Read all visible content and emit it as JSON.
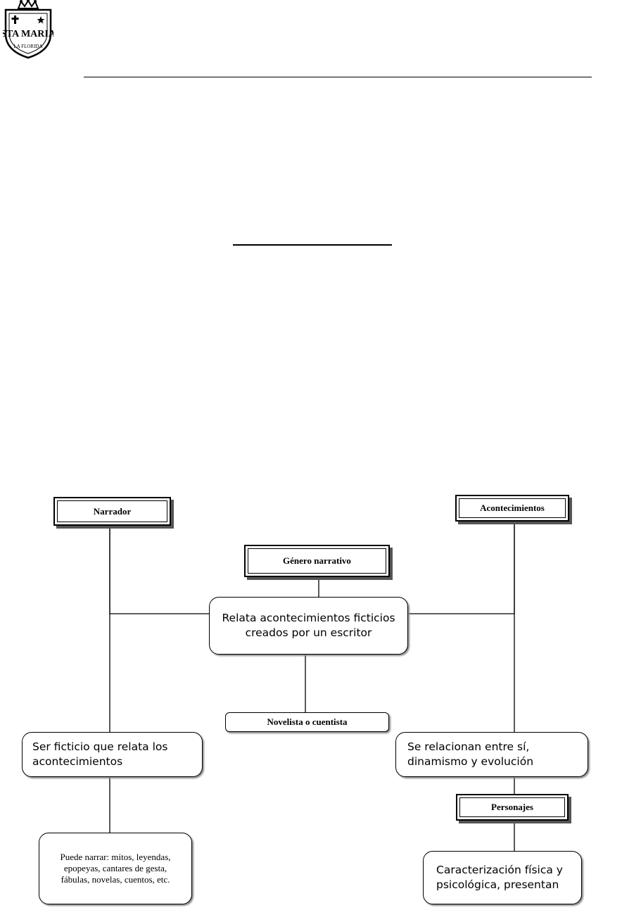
{
  "logo": {
    "text": "STA MARIA",
    "subtext": "LA FLORIDA"
  },
  "diagram": {
    "root": "Género narrativo",
    "definition": "Relata acontecimientos ficticios creados por un escritor",
    "author": "Novelista o cuentista",
    "narrator": {
      "title": "Narrador",
      "description": "Ser ficticio que relata los acontecimientos",
      "detail": "Puede narrar: mitos, leyendas, epopeyas, cantares de gesta, fábulas, novelas, cuentos, etc."
    },
    "events": {
      "title": "Acontecimientos",
      "description": "Se relacionan entre sí, dinamismo y evolución"
    },
    "characters": {
      "title": "Personajes",
      "description": "Caracterización física y psicológica, presentan"
    }
  }
}
